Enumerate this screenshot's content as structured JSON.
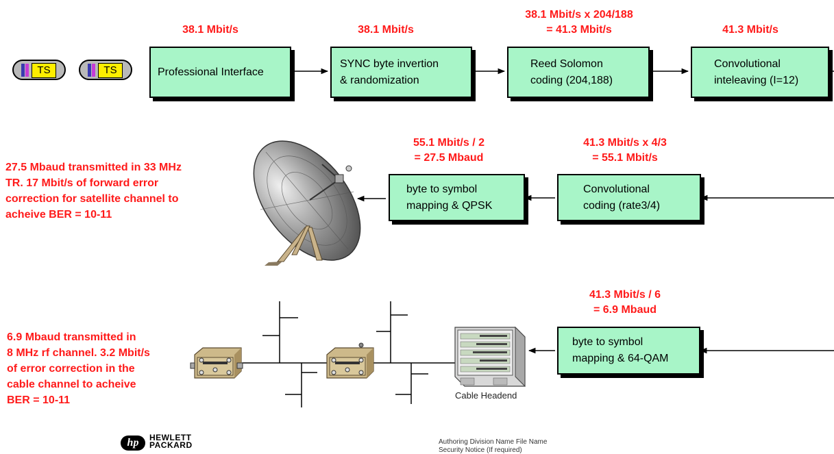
{
  "colors": {
    "rate": "#ff1a1a",
    "box_fill": "#a8f5c8",
    "ts_label": "#ffee00",
    "ts_shell": "#b9b9b9"
  },
  "sources": [
    {
      "label": "TS"
    },
    {
      "label": "TS"
    }
  ],
  "row1": {
    "rates": [
      "38.1 Mbit/s",
      "38.1 Mbit/s",
      "38.1 Mbit/s x 204/188\n= 41.3 Mbit/s",
      "41.3 Mbit/s"
    ],
    "boxes": [
      "Professional Interface",
      "SYNC byte invertion\n& randomization",
      "Reed Solomon\ncoding (204,188)",
      "Convolutional\ninteleaving (I=12)"
    ]
  },
  "row2": {
    "rates": [
      "55.1 Mbit/s / 2\n= 27.5 Mbaud",
      "41.3 Mbit/s x 4/3\n= 55.1 Mbit/s"
    ],
    "boxes": [
      "byte to symbol\nmapping & QPSK",
      "Convolutional\ncoding (rate3/4)"
    ],
    "note": "27.5 Mbaud transmitted in 33 MHz\nTR. 17 Mbit/s of forward error\ncorrection for satellite channel to\nacheive BER = 10-11",
    "icon": "satellite-dish-icon"
  },
  "row3": {
    "rate": "41.3 Mbit/s / 6\n= 6.9 Mbaud",
    "box": "byte to symbol\nmapping & 64-QAM",
    "note": "6.9 Mbaud transmitted in\n8 MHz rf channel. 3.2 Mbit/s\nof error correction in the\ncable channel to acheive\nBER = 10-11",
    "headend_label": "Cable Headend",
    "icons": [
      "cable-amplifier-icon",
      "cable-headend-icon",
      "cable-tree-icon"
    ]
  },
  "footer": {
    "logo_text": "HEWLETT\nPACKARD",
    "logo_mark": "hp",
    "meta_line1": "Authoring Division Name     File Name",
    "meta_line2": "Security Notice (If required)"
  }
}
